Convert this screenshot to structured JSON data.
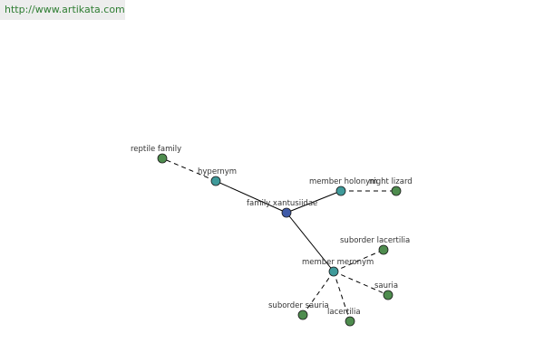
{
  "banner": {
    "url": "http://www.artikata.com"
  },
  "colors": {
    "center": "#3f5aa8",
    "relation": "#3f9a9a",
    "leaf": "#4e8c4e",
    "edge": "#000000",
    "banner_bg": "#ededed",
    "banner_text": "#2e7d32"
  },
  "graph": {
    "nodes": [
      {
        "id": "family_xantusiidae",
        "label": "family xantusiidae",
        "kind": "center"
      },
      {
        "id": "hypernym",
        "label": "hypernym",
        "kind": "relation"
      },
      {
        "id": "member_holonym",
        "label": "member holonym",
        "kind": "relation"
      },
      {
        "id": "member_meronym",
        "label": "member meronym",
        "kind": "relation"
      },
      {
        "id": "reptile_family",
        "label": "reptile family",
        "kind": "leaf"
      },
      {
        "id": "night_lizard",
        "label": "night lizard",
        "kind": "leaf"
      },
      {
        "id": "suborder_lacertilia",
        "label": "suborder lacertilia",
        "kind": "leaf"
      },
      {
        "id": "sauria",
        "label": "sauria",
        "kind": "leaf"
      },
      {
        "id": "lacertilia",
        "label": "lacertilia",
        "kind": "leaf"
      },
      {
        "id": "suborder_sauria",
        "label": "suborder sauria",
        "kind": "leaf"
      }
    ],
    "edges": [
      {
        "from": "family_xantusiidae",
        "to": "hypernym",
        "style": "solid"
      },
      {
        "from": "family_xantusiidae",
        "to": "member_holonym",
        "style": "solid"
      },
      {
        "from": "family_xantusiidae",
        "to": "member_meronym",
        "style": "solid"
      },
      {
        "from": "hypernym",
        "to": "reptile_family",
        "style": "dashed"
      },
      {
        "from": "member_holonym",
        "to": "night_lizard",
        "style": "dashed"
      },
      {
        "from": "member_meronym",
        "to": "suborder_lacertilia",
        "style": "dashed"
      },
      {
        "from": "member_meronym",
        "to": "sauria",
        "style": "dashed"
      },
      {
        "from": "member_meronym",
        "to": "lacertilia",
        "style": "dashed"
      },
      {
        "from": "member_meronym",
        "to": "suborder_sauria",
        "style": "dashed"
      }
    ]
  }
}
